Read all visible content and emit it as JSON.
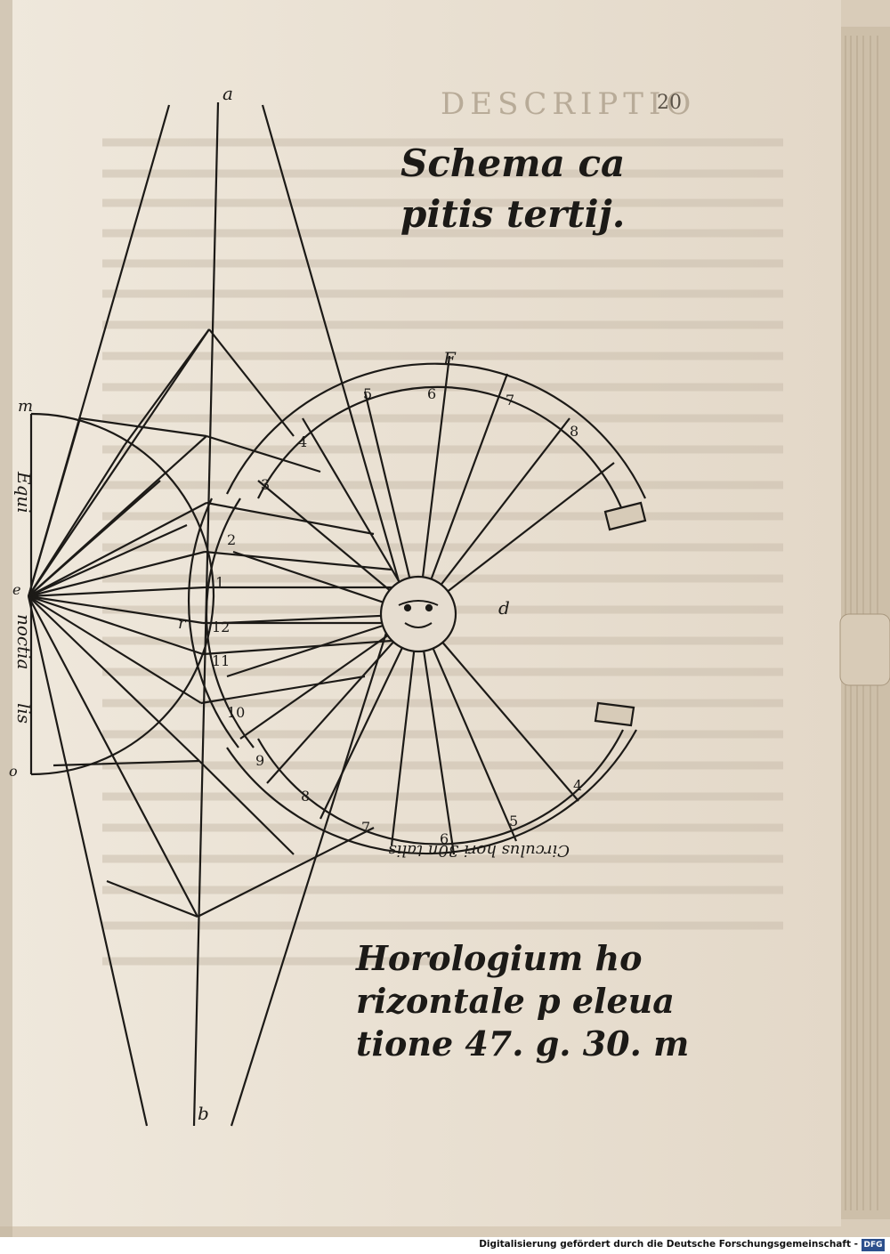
{
  "page": {
    "running_head": "DESCRIPTIO",
    "page_number": "20",
    "bleed_through_note": "faint mirrored text from reverse side"
  },
  "diagram": {
    "title_line1": "Schema ca",
    "title_line2": "pitis tertij.",
    "caption_line1": "Horologium ho",
    "caption_line2": "rizontale p eleua",
    "caption_line3": "tione 47. g. 30. m",
    "point_labels": {
      "a": "a",
      "b": "b",
      "m": "m",
      "e": "e",
      "o": "o",
      "r": "r",
      "d": "d",
      "f": "F"
    },
    "side_text_1": "Equi",
    "side_text_2": "noctia",
    "side_text_3": "lis",
    "ring_text": "Circulus hori 30n talis",
    "hour_numerals_outer": [
      "5",
      "6",
      "7",
      "8"
    ],
    "hour_numerals_inner": [
      "4",
      "3",
      "2",
      "1",
      "12",
      "11",
      "10",
      "9",
      "8",
      "7",
      "6",
      "5",
      "4"
    ]
  },
  "footer": {
    "credit": "Digitalisierung gefördert durch die Deutsche Forschungsgemeinschaft -",
    "logo": "DFG"
  },
  "colors": {
    "paper": "#e6ddd0",
    "ink": "#1c1a17",
    "page_edge": "#c9bba6",
    "logo_blue": "#2c4f8c"
  }
}
